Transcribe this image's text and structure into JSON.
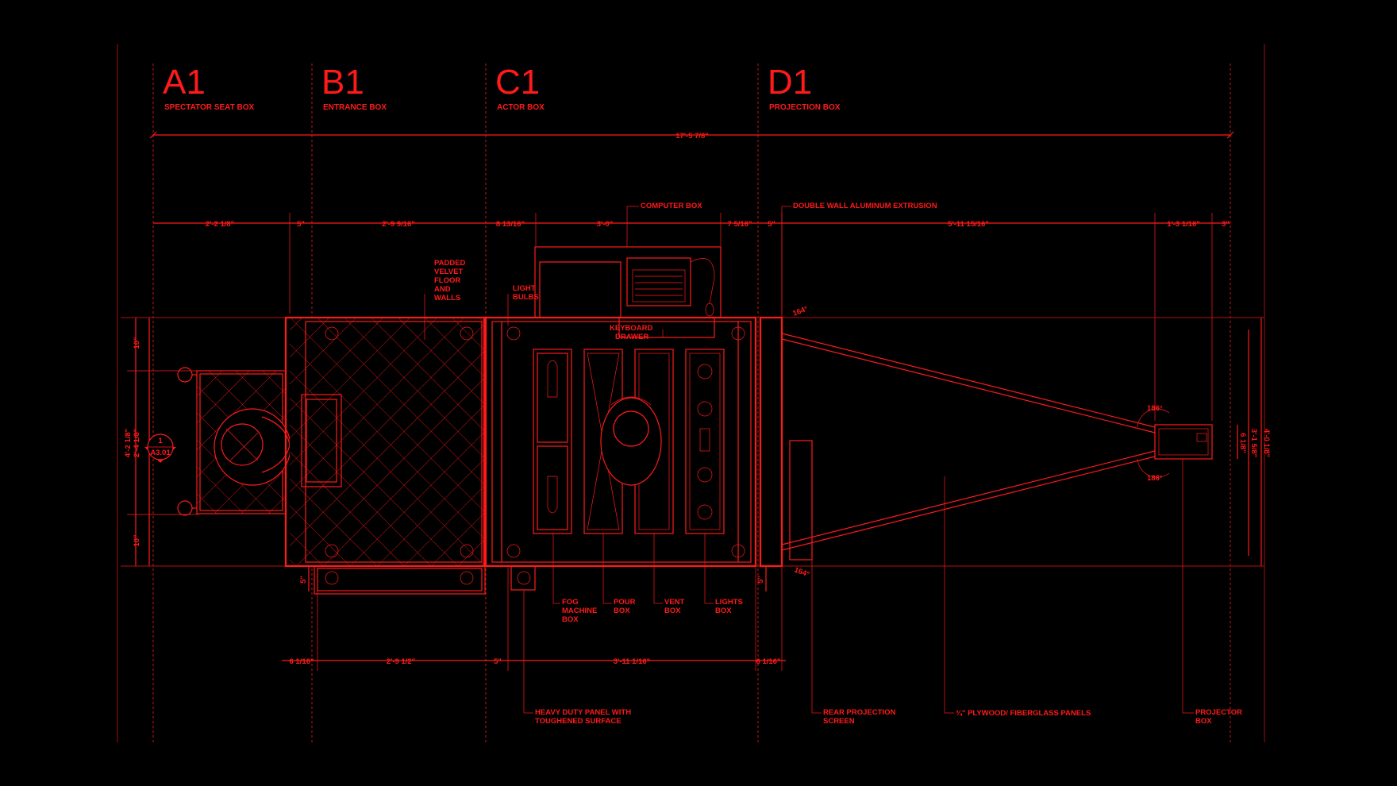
{
  "colors": {
    "line": "#ff1a1a",
    "background": "#000000"
  },
  "sections": [
    {
      "code": "A1",
      "name": "SPECTATOR SEAT BOX"
    },
    {
      "code": "B1",
      "name": "ENTRANCE BOX"
    },
    {
      "code": "C1",
      "name": "ACTOR BOX"
    },
    {
      "code": "D1",
      "name": "PROJECTION BOX"
    }
  ],
  "dimensions": {
    "overall": "17'-5 7/8\"",
    "top": [
      "2'-2 1/8\"",
      "5\"",
      "2'-9 9/16\"",
      "8 13/16\"",
      "3'-0\"",
      "7 5/16\"",
      "5\"",
      "5'-11 15/16\"",
      "1'-3 1/16\"",
      "3\""
    ],
    "bottom": [
      "6 1/16\"",
      "2'-9 1/2\"",
      "5\"",
      "3'-11 1/16\"",
      "6 1/16\""
    ],
    "left": [
      "10\"",
      "2'-4 1/8\"",
      "4'-2 1/8\"",
      "10\""
    ],
    "right": [
      "6 1/8\"",
      "3'-1 5/8\"",
      "4'-0 1/8\""
    ],
    "small_vertical": [
      "5\"",
      "5\""
    ],
    "angles": [
      "164°",
      "164°",
      "186°",
      "186°"
    ]
  },
  "section_marker": {
    "number": "1",
    "sheet": "A3.01"
  },
  "labels": {
    "computer_box": "COMPUTER BOX",
    "aluminum": "DOUBLE WALL ALUMINUM EXTRUSION",
    "padded": [
      "PADDED",
      "VELVET",
      "FLOOR",
      "AND",
      "WALLS"
    ],
    "light_bulbs": [
      "LIGHT",
      "BULBS"
    ],
    "keyboard": [
      "KEYBOARD",
      "DRAWER"
    ],
    "fog": [
      "FOG",
      "MACHINE",
      "BOX"
    ],
    "pour": [
      "POUR",
      "BOX"
    ],
    "vent": [
      "VENT",
      "BOX"
    ],
    "lights_box": [
      "LIGHTS",
      "BOX"
    ],
    "heavy_duty": [
      "HEAVY DUTY PANEL WITH",
      "TOUGHENED SURFACE"
    ],
    "rear_projection": [
      "REAR PROJECTION",
      "SCREEN"
    ],
    "plywood": "¾\" PLYWOOD/ FIBERGLASS PANELS",
    "projector_box": [
      "PROJECTOR",
      "BOX"
    ]
  }
}
